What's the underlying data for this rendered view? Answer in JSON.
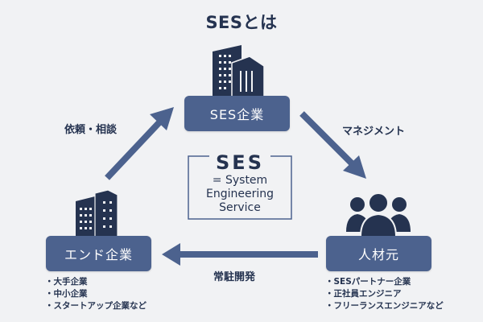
{
  "title": "SESとは",
  "colors": {
    "background": "#f1f2f4",
    "node": "#4c628e",
    "dark": "#253350",
    "arrow": "#4c628e"
  },
  "nodes": {
    "ses_company": {
      "label": "SES企業",
      "icon": "office-buildings-icon"
    },
    "end_company": {
      "label": "エンド企業",
      "icon": "office-buildings-icon"
    },
    "talent_source": {
      "label": "人材元",
      "icon": "people-group-icon"
    }
  },
  "arrows": {
    "request": {
      "label": "依頼・相談",
      "from": "エンド企業",
      "to": "SES企業"
    },
    "management": {
      "label": "マネジメント",
      "from": "SES企業",
      "to": "人材元"
    },
    "onsite": {
      "label": "常駐開発",
      "from": "人材元",
      "to": "エンド企業"
    }
  },
  "definition": {
    "abbr": "SES",
    "lines": [
      "= System",
      "Engineering",
      "Service"
    ]
  },
  "end_company_examples": [
    "大手企業",
    "中小企業",
    "スタートアップ企業など"
  ],
  "talent_examples": [
    "SESパートナー企業",
    "正社員エンジニア",
    "フリーランスエンジニアなど"
  ]
}
